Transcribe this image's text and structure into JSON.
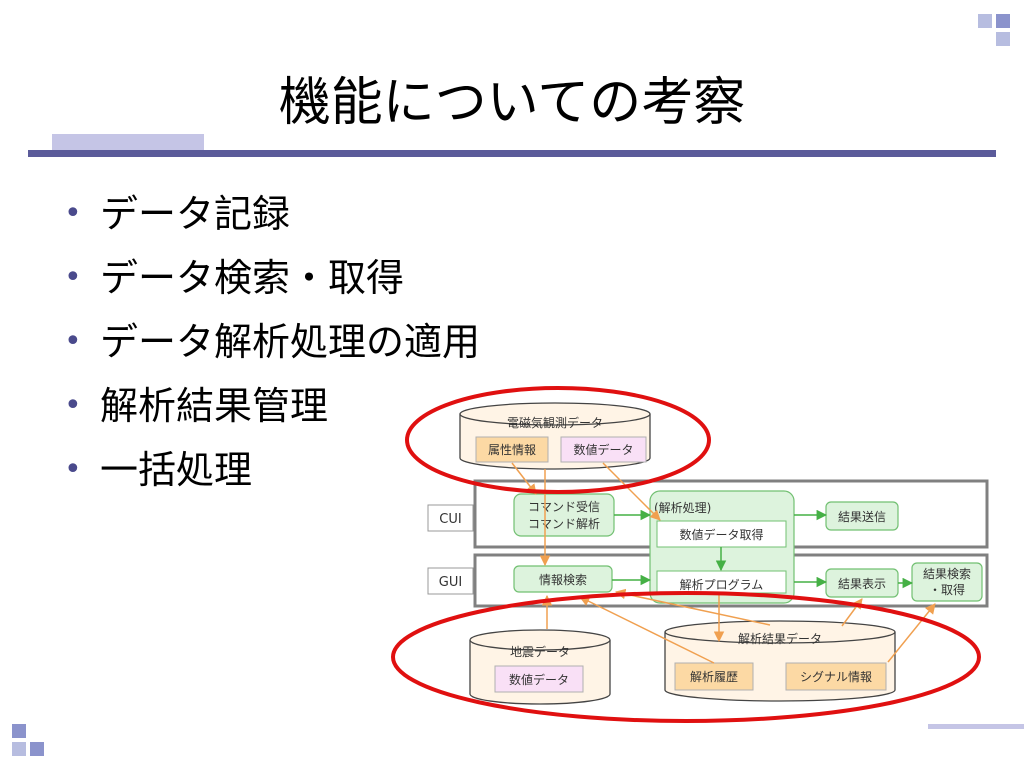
{
  "title": "機能についての考察",
  "bullets": [
    "データ記録",
    "データ検索・取得",
    "データ解析処理の適用",
    "解析結果管理",
    "一括処理"
  ],
  "colors": {
    "accent_bar": "#5b5b9a",
    "accent_light": "#c5c5e6",
    "highlight_ellipse": "#e01010",
    "arrow_orange": "#f0a050",
    "arrow_green": "#45b045",
    "box_green_fill": "#ddf3dd",
    "box_green_stroke": "#72c072",
    "db_fill": "#fff4e6",
    "attr_fill": "#fcd9a4",
    "value_fill": "#f9e0f6"
  },
  "diagram": {
    "db_em": {
      "title": "電磁気観測データ",
      "attr": "属性情報",
      "value": "数値データ"
    },
    "lane_cui": "CUI",
    "lane_gui": "GUI",
    "cmd": {
      "line1": "コマンド受信",
      "line2": "コマンド解析"
    },
    "analysis": {
      "label": "(解析処理)",
      "data_get": "数値データ取得",
      "program": "解析プログラム"
    },
    "send": "結果送信",
    "search": "情報検索",
    "display": "結果表示",
    "result_search": {
      "line1": "結果検索",
      "line2": "・取得"
    },
    "db_quake": {
      "title": "地震データ",
      "value": "数値データ"
    },
    "db_result": {
      "title": "解析結果データ",
      "history": "解析履歴",
      "signal": "シグナル情報"
    }
  }
}
